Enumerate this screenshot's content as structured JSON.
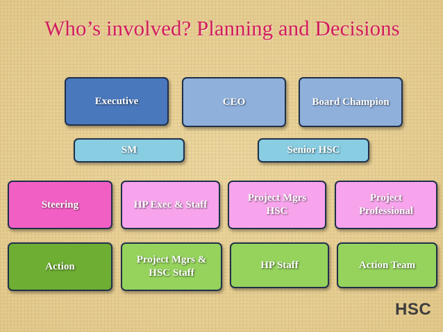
{
  "title": "Who’s involved? Planning and Decisions",
  "nodes": {
    "executive": {
      "label": "Executive",
      "color": "#4a78bd"
    },
    "ceo": {
      "label": "CEO",
      "color": "#8fb0db"
    },
    "board_champion": {
      "label": "Board Champion",
      "color": "#8fb0db"
    },
    "sm": {
      "label": "SM",
      "color": "#88cde2"
    },
    "senior_hsc": {
      "label": "Senior HSC",
      "color": "#88cde2"
    },
    "steering": {
      "label": "Steering",
      "color": "#f25fc4"
    },
    "hp_exec_staff": {
      "label": "HP Exec & Staff",
      "color": "#f7a4ec"
    },
    "project_mgrs_hsc": {
      "label": "Project Mgrs\nHSC",
      "color": "#f7a4ec"
    },
    "project_professional": {
      "label": "Project\nProfessional",
      "color": "#f7a4ec"
    },
    "action": {
      "label": "Action",
      "color": "#6eae33"
    },
    "project_mgrs_hsc_staff": {
      "label": "Project Mgrs &\nHSC Staff",
      "color": "#95d35c"
    },
    "hp_staff": {
      "label": "HP Staff",
      "color": "#95d35c"
    },
    "action_team": {
      "label": "Action Team",
      "color": "#95d35c"
    }
  },
  "logo": "HSC"
}
